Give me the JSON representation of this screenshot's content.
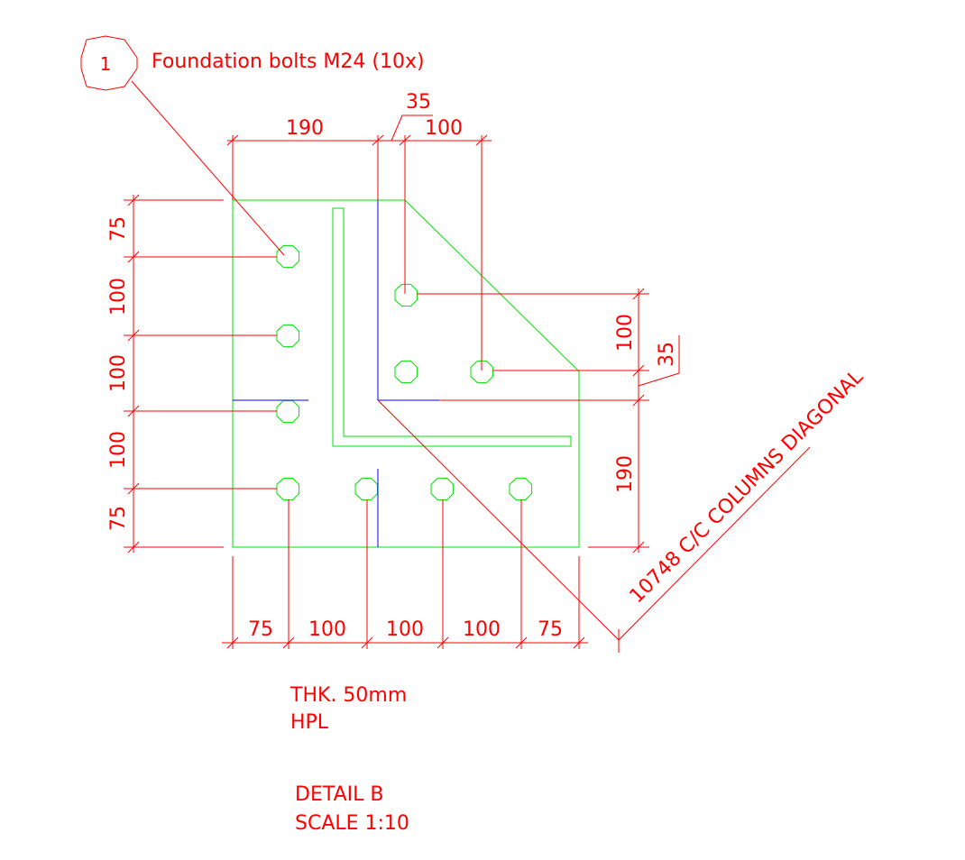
{
  "callout": {
    "number": "1",
    "label": "Foundation bolts M24 (10x)"
  },
  "dimensions": {
    "top": [
      "190",
      "35",
      "100"
    ],
    "left": [
      "75",
      "100",
      "100",
      "100",
      "75"
    ],
    "right": [
      "100",
      "35",
      "190"
    ],
    "bottom": [
      "75",
      "100",
      "100",
      "100",
      "75"
    ],
    "diagonal": "10748 C/C COLUMNS DIAGONAL"
  },
  "notes": {
    "thickness": "THK. 50mm",
    "material": "HPL",
    "detail": "DETAIL B",
    "scale": "SCALE 1:10"
  },
  "colors": {
    "dimension": "#ff0000",
    "plate": "#00e000",
    "axis": "#0000ff",
    "background": "#ffffff"
  }
}
